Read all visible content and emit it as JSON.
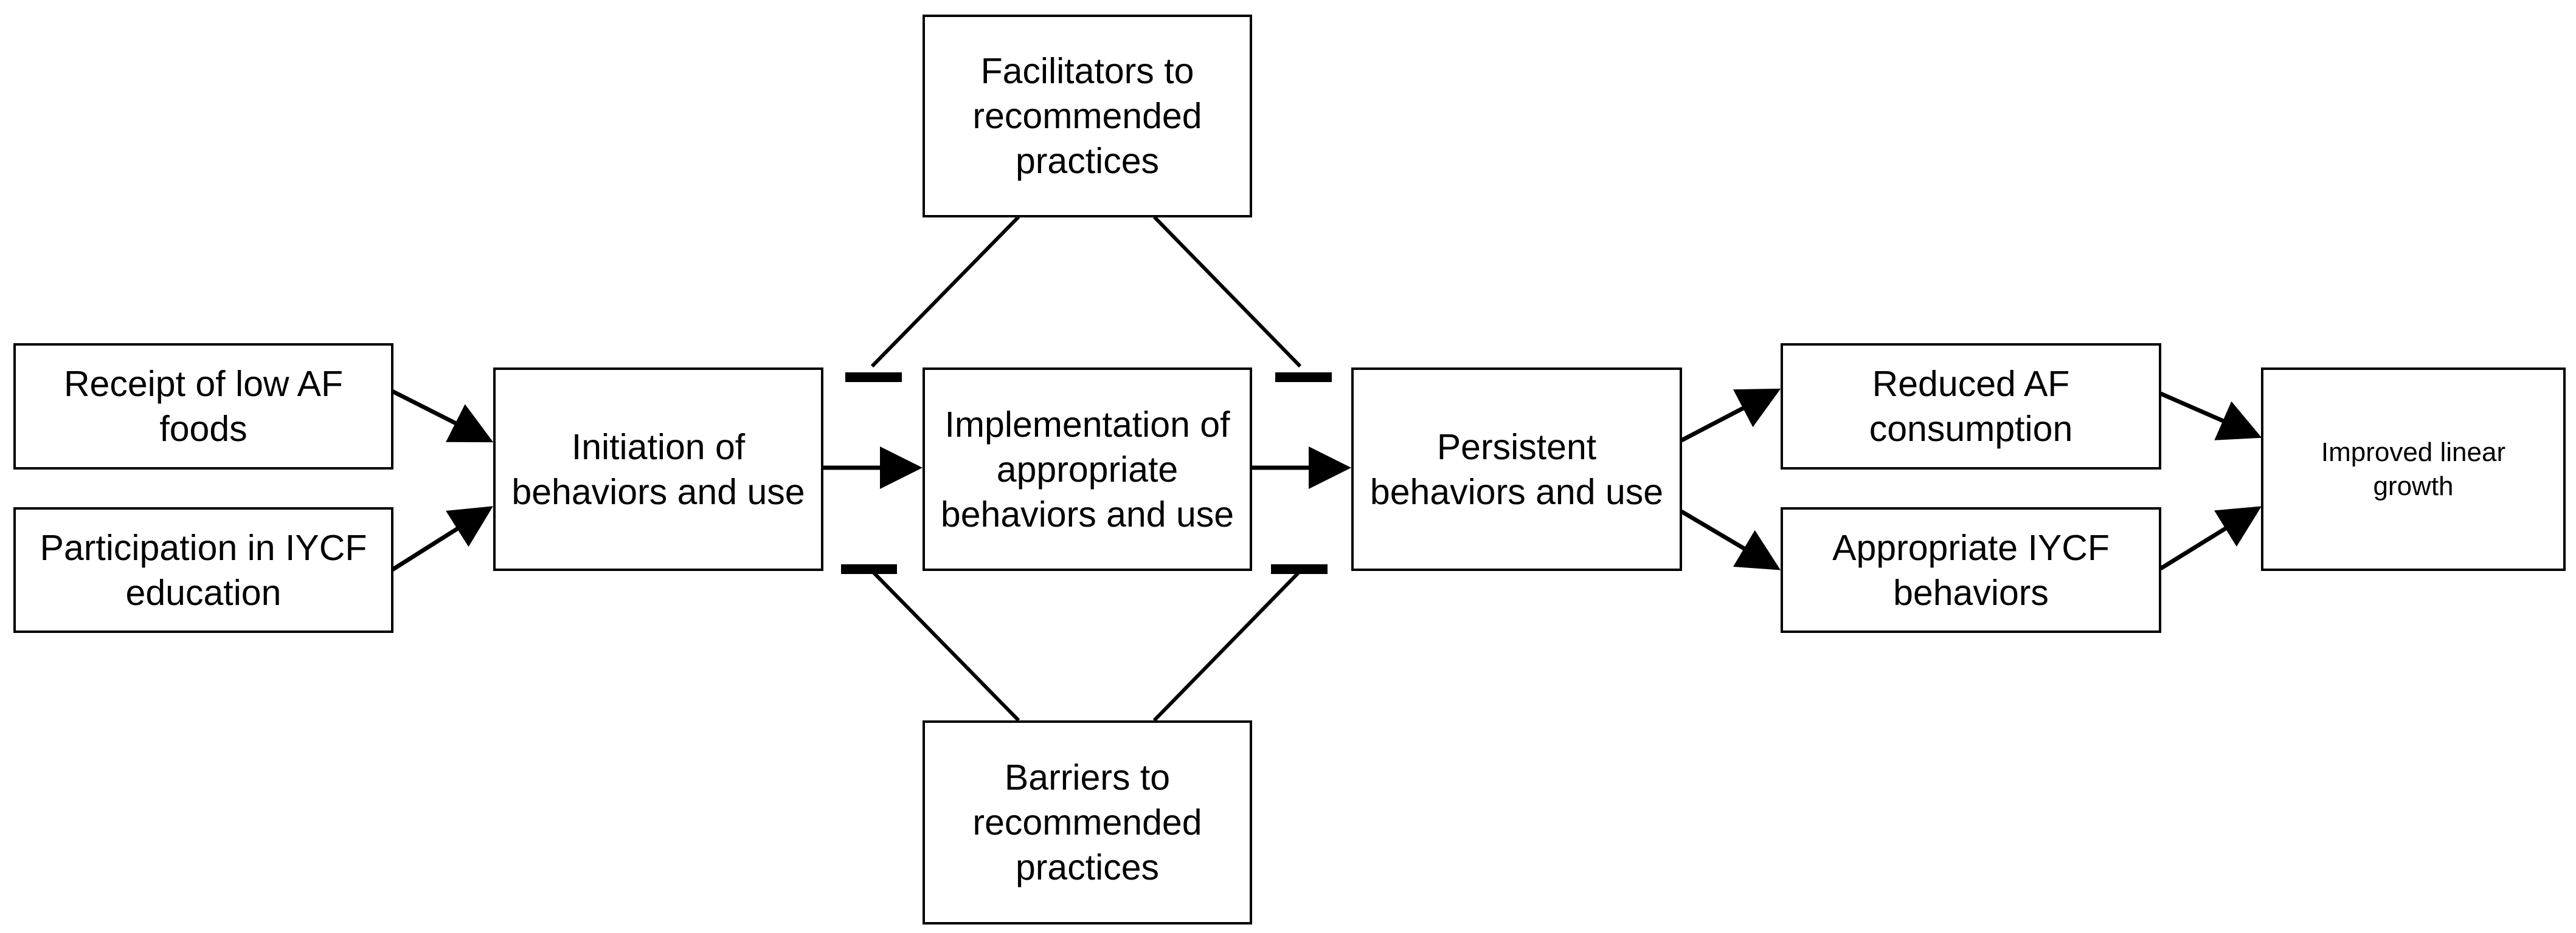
{
  "nodes": {
    "receipt": "Receipt of low AF foods",
    "participation": "Participation in IYCF education",
    "initiation": "Initiation of behaviors and use",
    "facilitators": "Facilitators to recommended practices",
    "implementation": "Implementation of appropriate behaviors and use",
    "barriers": "Barriers to recommended practices",
    "persistent": "Persistent behaviors and use",
    "reduced": "Reduced AF consumption",
    "appropriate": "Appropriate IYCF behaviors",
    "improved": "Improved linear growth"
  },
  "edges": [
    {
      "from": "receipt",
      "to": "initiation",
      "type": "arrow"
    },
    {
      "from": "participation",
      "to": "initiation",
      "type": "arrow"
    },
    {
      "from": "initiation",
      "to": "implementation",
      "type": "arrow"
    },
    {
      "from": "implementation",
      "to": "persistent",
      "type": "arrow"
    },
    {
      "from": "persistent",
      "to": "reduced",
      "type": "arrow"
    },
    {
      "from": "persistent",
      "to": "appropriate",
      "type": "arrow"
    },
    {
      "from": "reduced",
      "to": "improved",
      "type": "arrow"
    },
    {
      "from": "appropriate",
      "to": "improved",
      "type": "arrow"
    },
    {
      "from": "facilitators",
      "to": "initiation-implementation-link",
      "type": "blunt"
    },
    {
      "from": "facilitators",
      "to": "implementation-persistent-link",
      "type": "blunt"
    },
    {
      "from": "barriers",
      "to": "initiation-implementation-link",
      "type": "blunt"
    },
    {
      "from": "barriers",
      "to": "implementation-persistent-link",
      "type": "blunt"
    }
  ]
}
